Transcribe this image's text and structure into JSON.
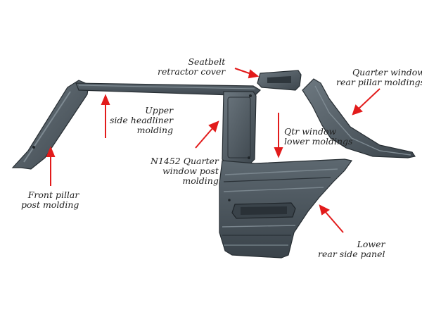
{
  "colors": {
    "part_fill": "#4f5a62",
    "part_dark": "#2f373d",
    "part_light": "#6f7b83",
    "arrow": "#e21b1b",
    "text": "#222222"
  },
  "labels": {
    "seatbelt": [
      "Seatbelt",
      "retractor cover"
    ],
    "quarter_window_rear": [
      "Quarter window",
      "rear pillar moldings"
    ],
    "upper_headliner": [
      "Upper",
      "side headliner",
      "molding"
    ],
    "qtr_window_lower": [
      "Qtr window",
      "lower moldings"
    ],
    "quarter_window_post": [
      "N1452 Quarter",
      "window post",
      "molding"
    ],
    "front_pillar": [
      "Front pillar",
      "post molding"
    ],
    "lower_rear_side": [
      "Lower",
      "rear side panel"
    ]
  }
}
